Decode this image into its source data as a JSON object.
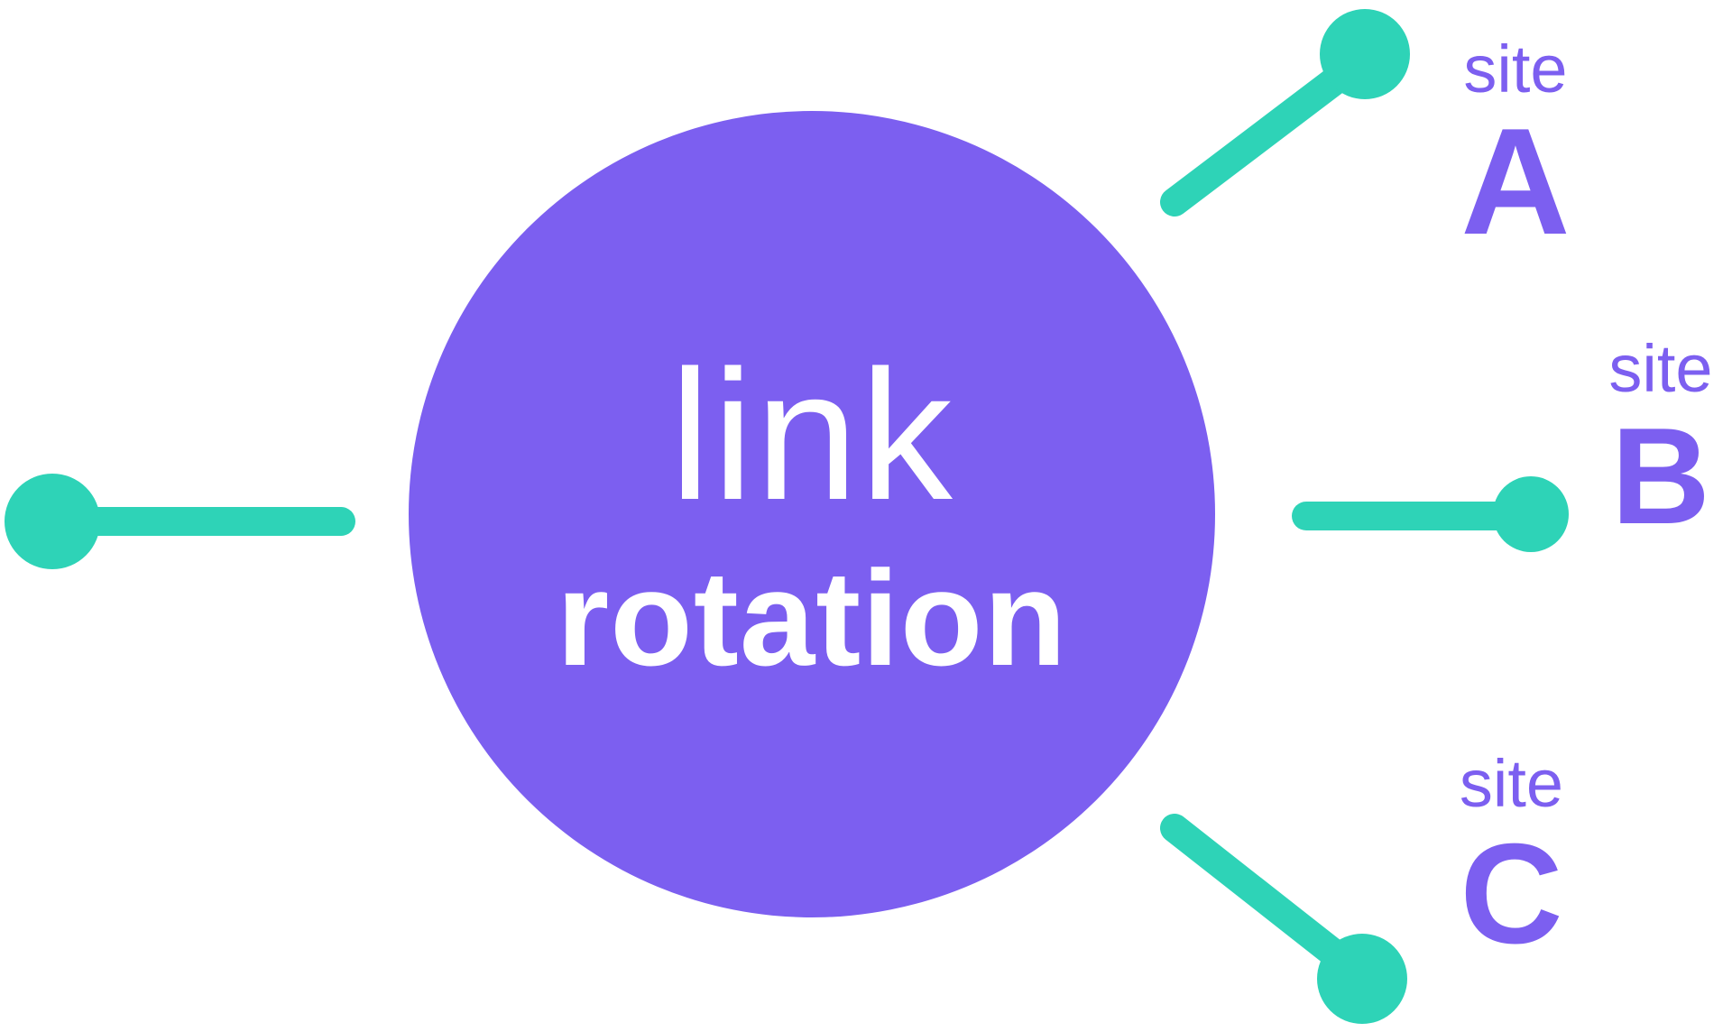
{
  "colors": {
    "purple": "#7c5ff0",
    "teal": "#2ed3b7",
    "white": "#ffffff",
    "bg": "#ffffff"
  },
  "diagram": {
    "type": "hub-and-spoke",
    "hub": {
      "line1": "link",
      "line2": "rotation"
    },
    "sites": [
      {
        "label": "site",
        "letter": "A",
        "position": "top-right"
      },
      {
        "label": "site",
        "letter": "B",
        "position": "middle-right"
      },
      {
        "label": "site",
        "letter": "C",
        "position": "bottom-right"
      }
    ],
    "connectors": [
      {
        "name": "incoming-left",
        "direction": "left-horizontal"
      },
      {
        "name": "to-site-a",
        "direction": "up-right-diagonal"
      },
      {
        "name": "to-site-b",
        "direction": "right-horizontal"
      },
      {
        "name": "to-site-c",
        "direction": "down-right-diagonal"
      }
    ]
  }
}
